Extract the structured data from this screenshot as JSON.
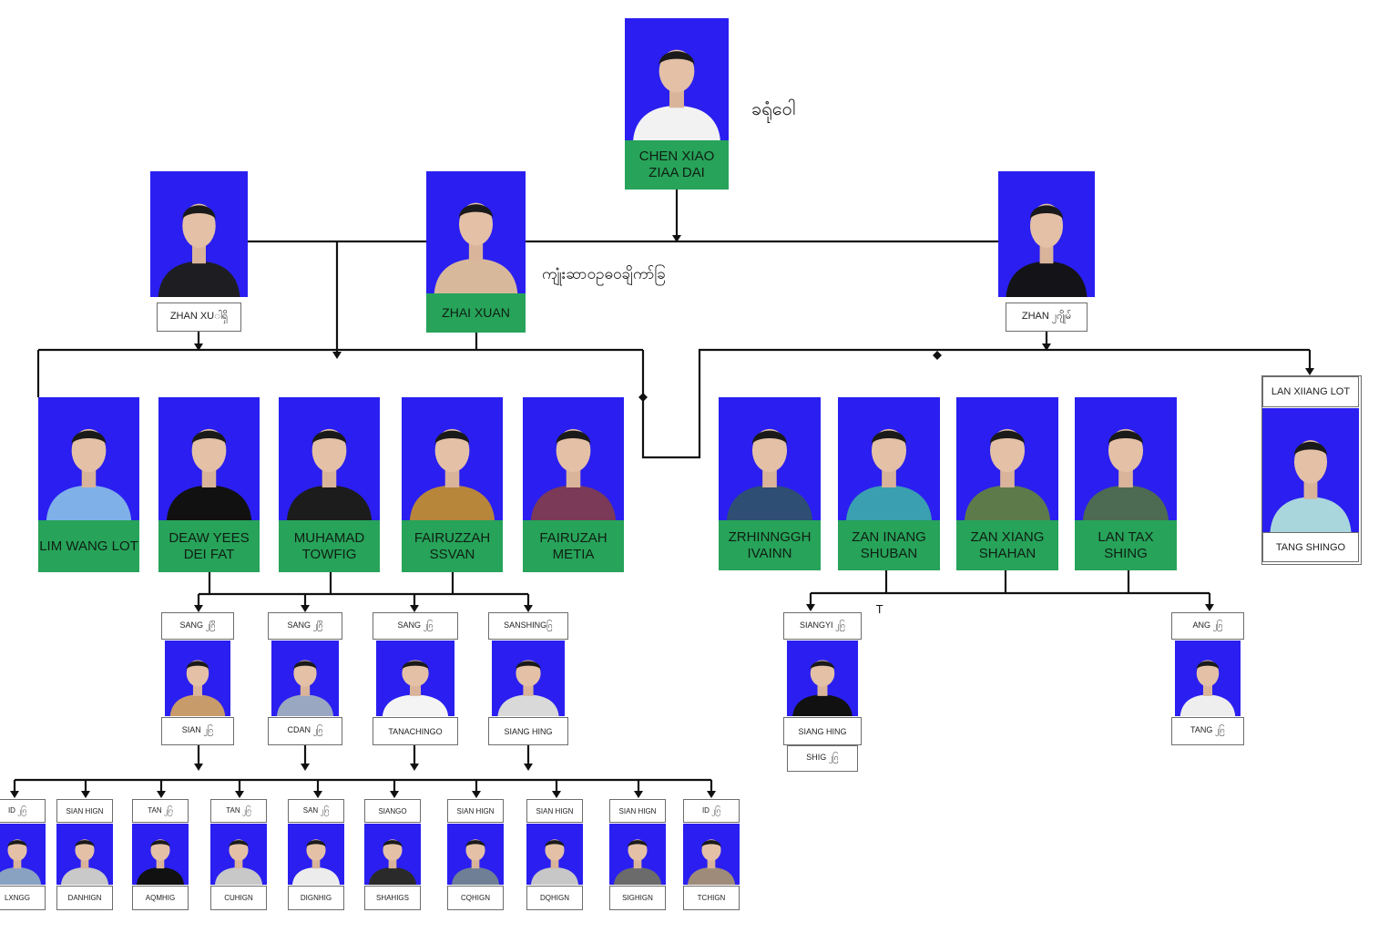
{
  "notes": {
    "top_right": "ခရုံဝေါ",
    "middle": "ကျုံးဆာ၀ဥဓ၀ချိကာ်ခြ"
  },
  "colors": {
    "photo_bg": "#2a1ff0",
    "name_bar": "#27a35a",
    "connector": "#111111"
  },
  "leader": {
    "name": "CHEN XIAO ZIAA DAI"
  },
  "tier2": {
    "zhan_1": "ZHAN XUါရှိ",
    "zhai_xuan": "ZHAI XUAN",
    "zhan_2": "ZHAN ၂ဂျိုမ်"
  },
  "group_left": [
    {
      "name": "LIM WANG LOT"
    },
    {
      "name": "DEAW YEES DEI FAT"
    },
    {
      "name": "MUHAMAD TOWFIG"
    },
    {
      "name": "FAIRUZZAH SSVAN"
    },
    {
      "name": "FAIRUZAH METIA"
    }
  ],
  "group_right": [
    {
      "name": "ZRHINNGGH IVAINN"
    },
    {
      "name": "ZAN INANG SHUBAN"
    },
    {
      "name": "ZAN XIANG SHAHAN"
    },
    {
      "name": "LAN TAX SHING"
    }
  ],
  "lan_box": {
    "top": "LAN XIIANG LOT",
    "bottom": "TANG SHINGO"
  },
  "row3": [
    {
      "top": "SANG ၂ဂြိ",
      "bottom": "SIAN ၂ဂြ"
    },
    {
      "top": "SANG ၂ဂြိ",
      "bottom": "CDAN ၂ဂြ"
    },
    {
      "top": "SANG ၂ဂြ",
      "bottom": "TANACHINGO"
    },
    {
      "top": "SANSHINGဂြ",
      "bottom": "SIANG HING"
    },
    {
      "top": "SIANGYI ၂ဂြ",
      "bottom": "SIANG HING",
      "extra": "SHIG ၂ဂြ"
    },
    {
      "top": "ANG ၂ဂြ",
      "bottom": "TANG ၂ဂြ"
    }
  ],
  "row4": [
    {
      "top": "ID ၂ဂြ",
      "bottom": "LXNGG"
    },
    {
      "top": "SIAN HIGN",
      "bottom": "DANHIGN"
    },
    {
      "top": "TAN ၂ဂြ",
      "bottom": "AQMHIG"
    },
    {
      "top": "TAN ၂ဂြ",
      "bottom": "CUHIGN"
    },
    {
      "top": "SAN ၂ဂြ",
      "bottom": "DIGNHIG"
    },
    {
      "top": "SIANGO",
      "bottom": "SHAHIGS"
    },
    {
      "top": "SIAN HIGN",
      "bottom": "CQHIGN"
    },
    {
      "top": "SIAN HIGN",
      "bottom": "DQHIGN"
    },
    {
      "top": "SIAN HIGN",
      "bottom": "SIGHIGN"
    },
    {
      "top": "ID ၂ဂြ",
      "bottom": "TCHIGN"
    }
  ],
  "stray": "T"
}
